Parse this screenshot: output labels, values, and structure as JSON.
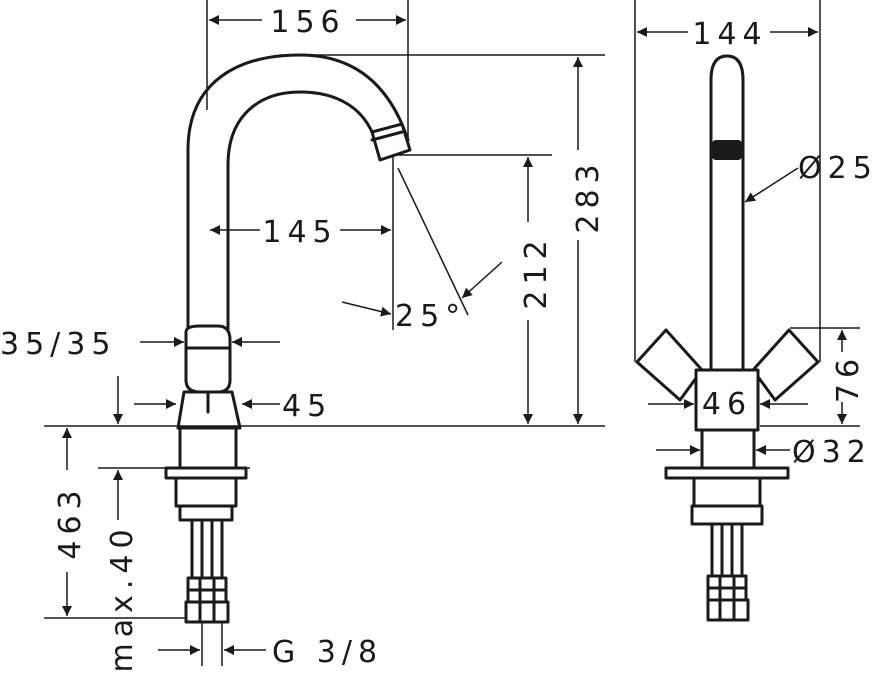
{
  "dimensions": {
    "spout_reach": "156",
    "spout_height": "283",
    "outlet_height": "212",
    "spout_clearance": "145",
    "spout_angle": "25°",
    "handle_size": "35/35",
    "body_width": "45",
    "base_depth": "463",
    "max_thickness": "max.40",
    "thread": "G 3/8",
    "side_width": "144",
    "spout_diameter": "Ø25",
    "handle_height": "76",
    "body_width_side": "46",
    "base_diameter": "Ø32"
  }
}
